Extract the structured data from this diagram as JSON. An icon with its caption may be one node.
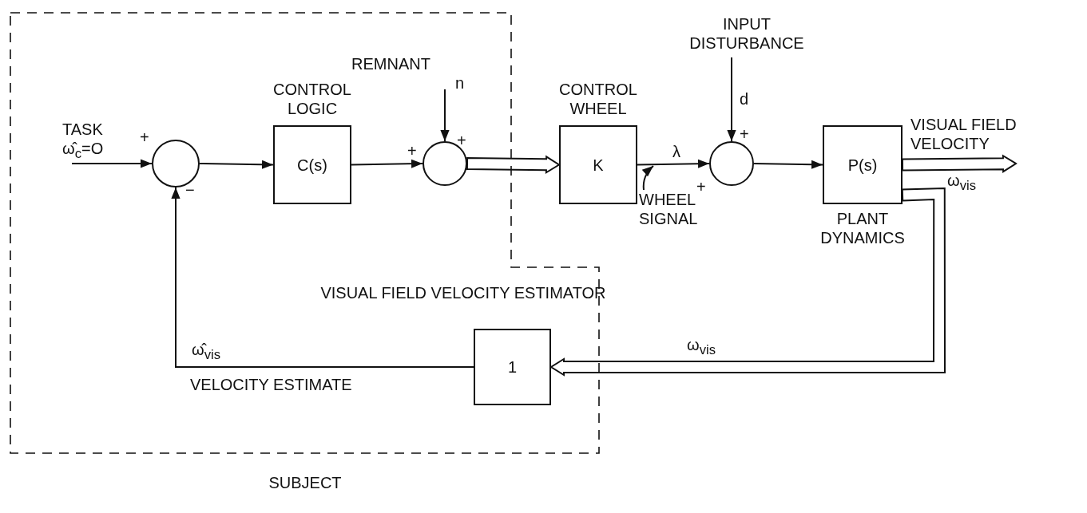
{
  "diagram": {
    "nodes": [
      {
        "text": [
          "SUBJECT"
        ]
      },
      {
        "text": [],
        "shape": "circle",
        "in": 0
      },
      {
        "text": [
          "C(s)"
        ],
        "beside": [
          "CONTROL LOGIC"
        ],
        "in": 0
      },
      {
        "text": [],
        "shape": "circle",
        "in": 0
      },
      {
        "text": [
          "K"
        ],
        "beside": [
          "CONTROL WHEEL"
        ]
      },
      {
        "text": [],
        "shape": "circle"
      },
      {
        "text": [
          "P(s)"
        ],
        "beside": [
          "PLANT DYNAMICS"
        ]
      },
      {
        "text": [
          "1"
        ],
        "beside": [
          "VISUAL FIELD VELOCITY ESTIMATOR"
        ],
        "in": 0
      },
      {
        "text": [
          "WHEEL SIGNAL"
        ]
      }
    ],
    "edges": [
      {
        "from": null,
        "to": 1,
        "arrow": "to",
        "label": "TASK ω̂$_{c}$=O"
      },
      {
        "from": 1,
        "to": 2,
        "arrow": "to"
      },
      {
        "from": 2,
        "to": 3,
        "arrow": "to"
      },
      {
        "from": null,
        "to": 3,
        "arrow": "to",
        "label": "n"
      },
      {
        "from": 3,
        "to": 4,
        "arrow": "to",
        "style": "thick"
      },
      {
        "from": 4,
        "to": 5,
        "arrow": "to",
        "label": "λ"
      },
      {
        "from": null,
        "to": 5,
        "arrow": "to",
        "label": "d"
      },
      {
        "from": 5,
        "to": 6,
        "arrow": "to"
      },
      {
        "from": 6,
        "to": null,
        "arrow": "to",
        "style": "thick",
        "label": "VISUAL FIELD VELOCITY"
      },
      {
        "from": 6,
        "to": 7,
        "arrow": "to",
        "style": "thick",
        "label": "ω$_{vis}$"
      },
      {
        "from": 7,
        "to": 1,
        "arrow": "to",
        "label": "ω̂$_{vis}$"
      },
      {
        "from": 8,
        "to": null,
        "arrow": "to"
      }
    ],
    "labels": [
      "INPUT DISTURBANCE",
      "REMNANT",
      "+",
      "+",
      "+",
      "+",
      "ω$_{vis}$",
      "−",
      "+",
      "VELOCITY ESTIMATE"
    ]
  }
}
